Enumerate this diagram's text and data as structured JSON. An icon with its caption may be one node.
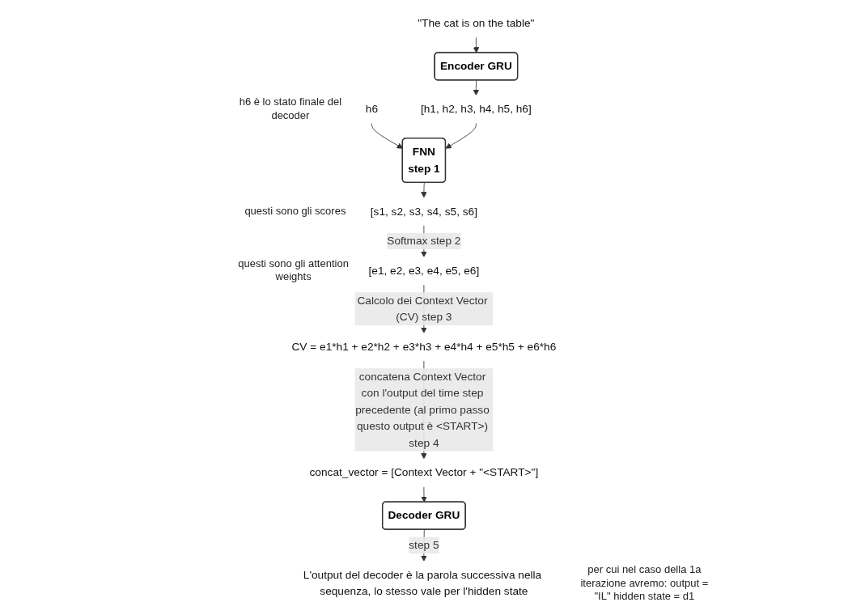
{
  "diagram": {
    "nodes": [
      {
        "text": [
          "\"The cat is on the table\""
        ]
      },
      {
        "text": [
          "Encoder GRU"
        ]
      },
      {
        "text": [
          "[h1, h2, h3, h4, h5, h6]"
        ]
      },
      {
        "text": [
          "h6"
        ],
        "beside": [
          "h6 è lo stato finale del decoder"
        ]
      },
      {
        "text": [
          "FNN",
          "step 1"
        ]
      },
      {
        "text": [
          "[s1, s2, s3, s4, s5, s6]"
        ],
        "beside": [
          "questi sono gli scores"
        ]
      },
      {
        "text": [
          "[e1, e2, e3, e4, e5, e6]"
        ],
        "beside": [
          "questi sono gli attention weights"
        ]
      },
      {
        "text": [
          "CV = e1*h1 + e2*h2 + e3*h3 + e4*h4 + e5*h5 + e6*h6"
        ]
      },
      {
        "text": [
          "concat_vector = [Context Vector + \"<START>\"]"
        ]
      },
      {
        "text": [
          "Decoder GRU"
        ]
      },
      {
        "text": [
          "L'output del decoder è la parola successiva nella sequenza, lo stesso vale per l'hidden state"
        ],
        "beside": [
          "per cui nel caso della 1a iterazione avremo: output = \"IL\" hidden state = d1"
        ]
      }
    ],
    "edges": [
      {
        "from": 0,
        "to": 1,
        "arrow": "to"
      },
      {
        "from": 1,
        "to": 2,
        "arrow": "to"
      },
      {
        "from": 3,
        "to": 4,
        "arrow": "to"
      },
      {
        "from": 2,
        "to": 4,
        "arrow": "to"
      },
      {
        "from": 4,
        "to": 5,
        "arrow": "to"
      },
      {
        "from": 5,
        "to": 6,
        "arrow": "to",
        "label": "Softmax step 2"
      },
      {
        "from": 6,
        "to": 7,
        "arrow": "to",
        "label": "Calcolo dei Context Vector (CV) step 3"
      },
      {
        "from": 7,
        "to": 8,
        "arrow": "to",
        "label": "concatena Context Vector con l'output del time step precedente (al primo passo questo output è <START>) step 4"
      },
      {
        "from": 8,
        "to": 9,
        "arrow": "to"
      },
      {
        "from": 9,
        "to": 10,
        "arrow": "to",
        "label": "step 5"
      }
    ]
  }
}
